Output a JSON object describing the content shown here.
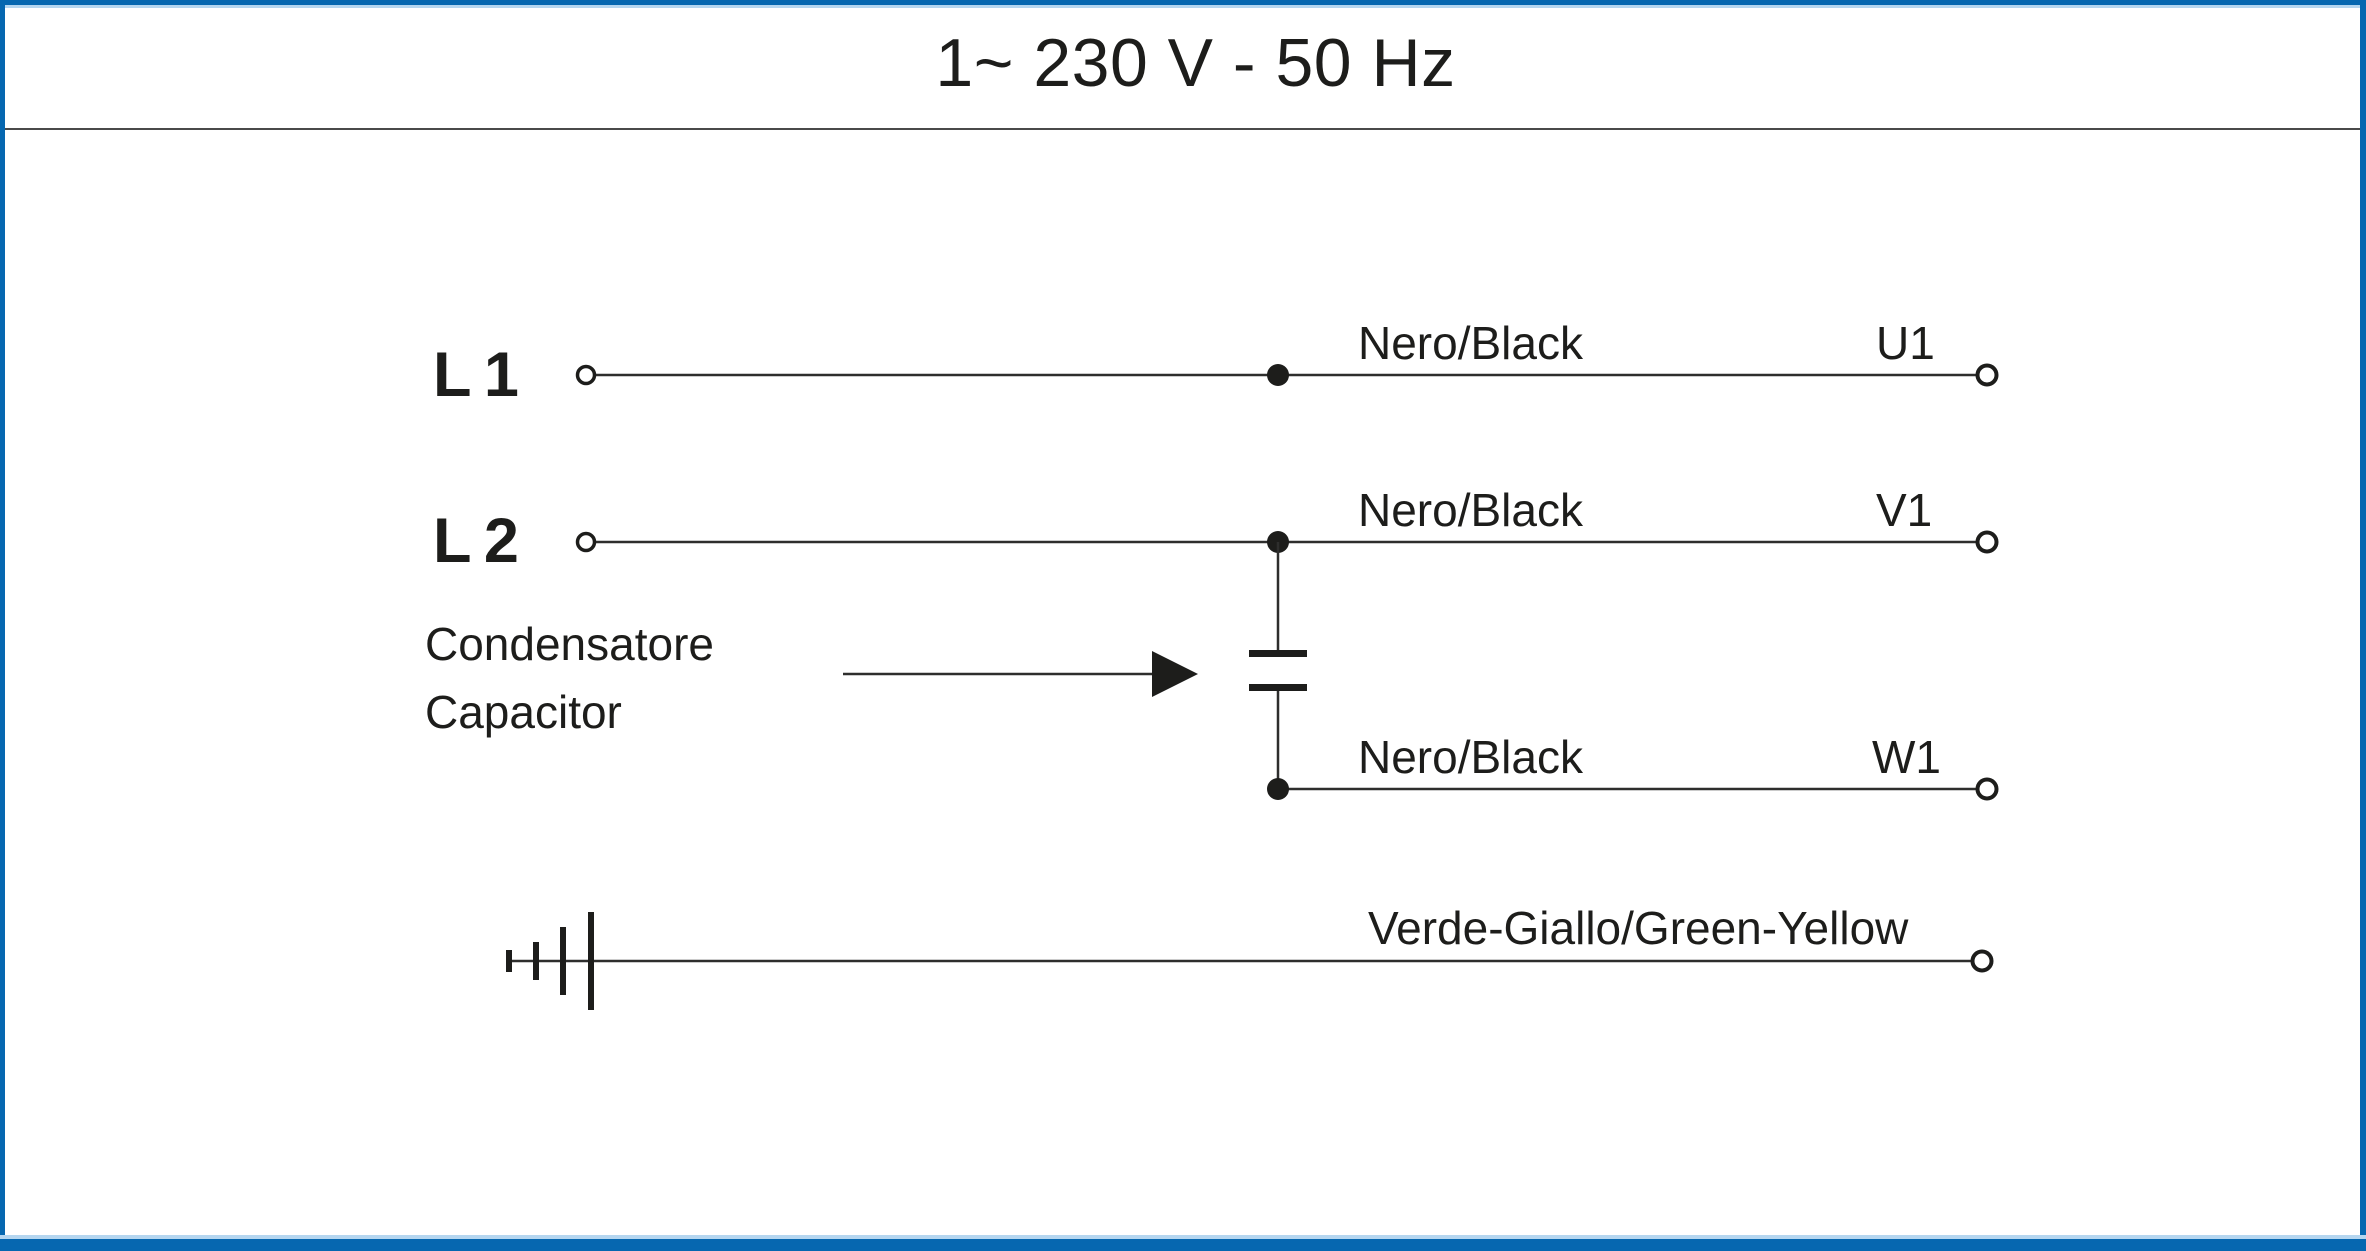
{
  "header": {
    "title": "1~ 230 V - 50 Hz"
  },
  "supply": {
    "l1_label": "L 1",
    "l2_label": "L 2"
  },
  "wires": {
    "u1": {
      "color_label": "Nero/Black",
      "terminal_label": "U1"
    },
    "v1": {
      "color_label": "Nero/Black",
      "terminal_label": "V1"
    },
    "w1": {
      "color_label": "Nero/Black",
      "terminal_label": "W1"
    },
    "earth": {
      "color_label": "Verde-Giallo/Green-Yellow"
    }
  },
  "capacitor": {
    "name_it": "Condensatore",
    "name_en": "Capacitor"
  },
  "colors": {
    "border_blue": "#0667b0",
    "border_light_blue": "#b5d6f0",
    "divider_gray": "#4a4a4a",
    "ink": "#1d1d1b"
  }
}
